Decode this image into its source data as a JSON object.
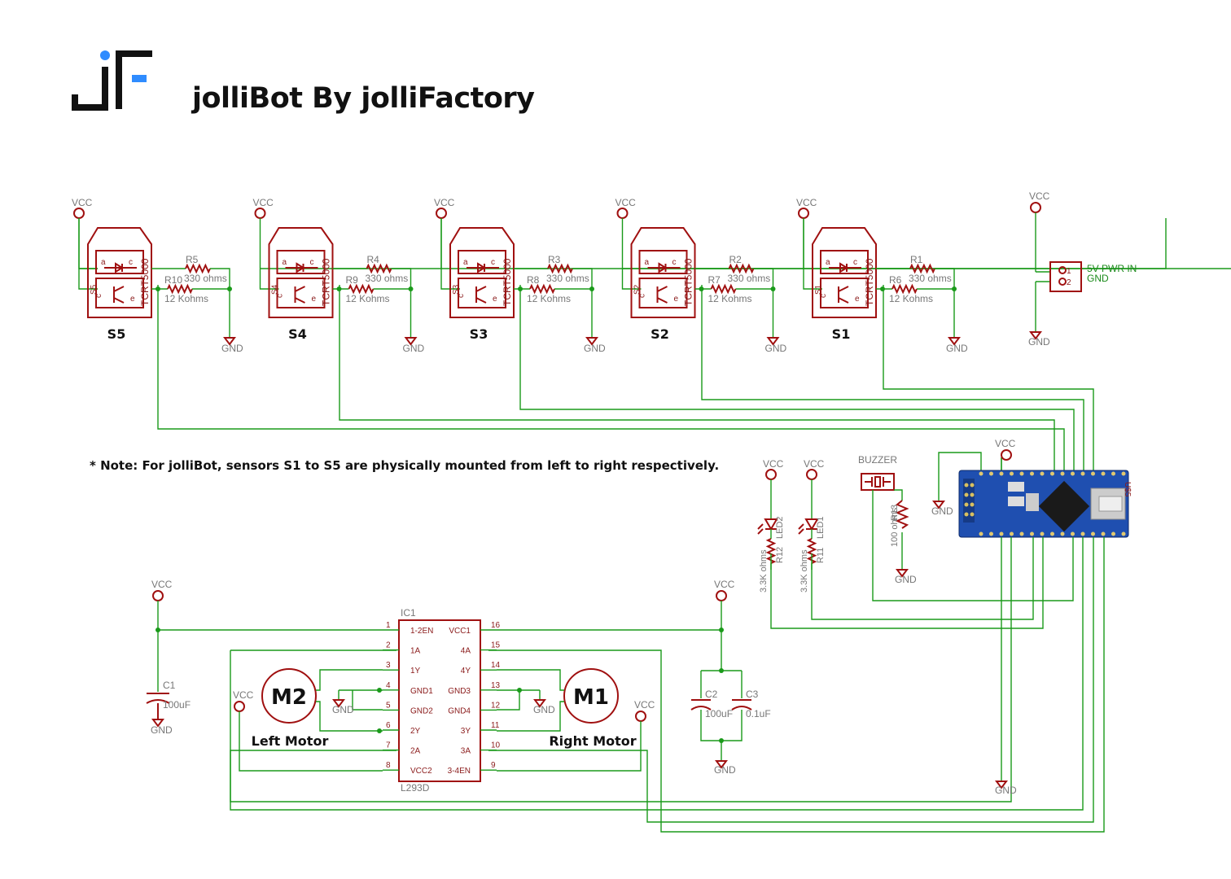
{
  "header": {
    "logo_text": "jF",
    "title": "jolliBot By jolliFactory"
  },
  "note": "* Note: For jolliBot, sensors S1 to S5 are physically mounted from left to right respectively.",
  "labels": {
    "vcc": "VCC",
    "gnd": "GND",
    "ohm330": "330 ohms",
    "kohm12": "12 Kohms",
    "tcrt": "TCRT5000",
    "a": "a",
    "c": "c",
    "e": "e"
  },
  "sensors": [
    {
      "name": "S5",
      "r_top": "R5",
      "r_bot": "R10"
    },
    {
      "name": "S4",
      "r_top": "R4",
      "r_bot": "R9"
    },
    {
      "name": "S3",
      "r_top": "R3",
      "r_bot": "R8"
    },
    {
      "name": "S2",
      "r_top": "R2",
      "r_bot": "R7"
    },
    {
      "name": "S1",
      "r_top": "R1",
      "r_bot": "R6"
    }
  ],
  "power_in": {
    "label1": "5V PWR IN",
    "label2": "GND",
    "pin1": "1",
    "pin2": "2"
  },
  "leds": [
    {
      "name": "LED2",
      "resistor": "R12",
      "value": "3.3K ohms"
    },
    {
      "name": "LED1",
      "resistor": "R11",
      "value": "3.3K ohms"
    }
  ],
  "buzzer": {
    "label": "BUZZER",
    "resistor": "R13",
    "value": "100 ohms"
  },
  "ic": {
    "name": "IC1",
    "part": "L293D",
    "left_pins": [
      {
        "num": "1",
        "label": "1-2EN"
      },
      {
        "num": "2",
        "label": "1A"
      },
      {
        "num": "3",
        "label": "1Y"
      },
      {
        "num": "4",
        "label": "GND1"
      },
      {
        "num": "5",
        "label": "GND2"
      },
      {
        "num": "6",
        "label": "2Y"
      },
      {
        "num": "7",
        "label": "2A"
      },
      {
        "num": "8",
        "label": "VCC2"
      }
    ],
    "right_pins": [
      {
        "num": "16",
        "label": "VCC1"
      },
      {
        "num": "15",
        "label": "4A"
      },
      {
        "num": "14",
        "label": "4Y"
      },
      {
        "num": "13",
        "label": "GND3"
      },
      {
        "num": "12",
        "label": "GND4"
      },
      {
        "num": "11",
        "label": "3Y"
      },
      {
        "num": "10",
        "label": "3A"
      },
      {
        "num": "9",
        "label": "3-4EN"
      }
    ]
  },
  "capacitors": [
    {
      "name": "C1",
      "value": "100uF"
    },
    {
      "name": "C2",
      "value": "100uF"
    },
    {
      "name": "C3",
      "value": "0.1uF"
    }
  ],
  "motors": [
    {
      "id": "M2",
      "caption": "Left Motor"
    },
    {
      "id": "M1",
      "caption": "Right Motor"
    }
  ],
  "board": {
    "label": "U$5",
    "color": "#1f4fb0"
  },
  "colors": {
    "wire": "#1a9a1a",
    "symbol": "#a01010",
    "logo_accent": "#2f8cff"
  }
}
